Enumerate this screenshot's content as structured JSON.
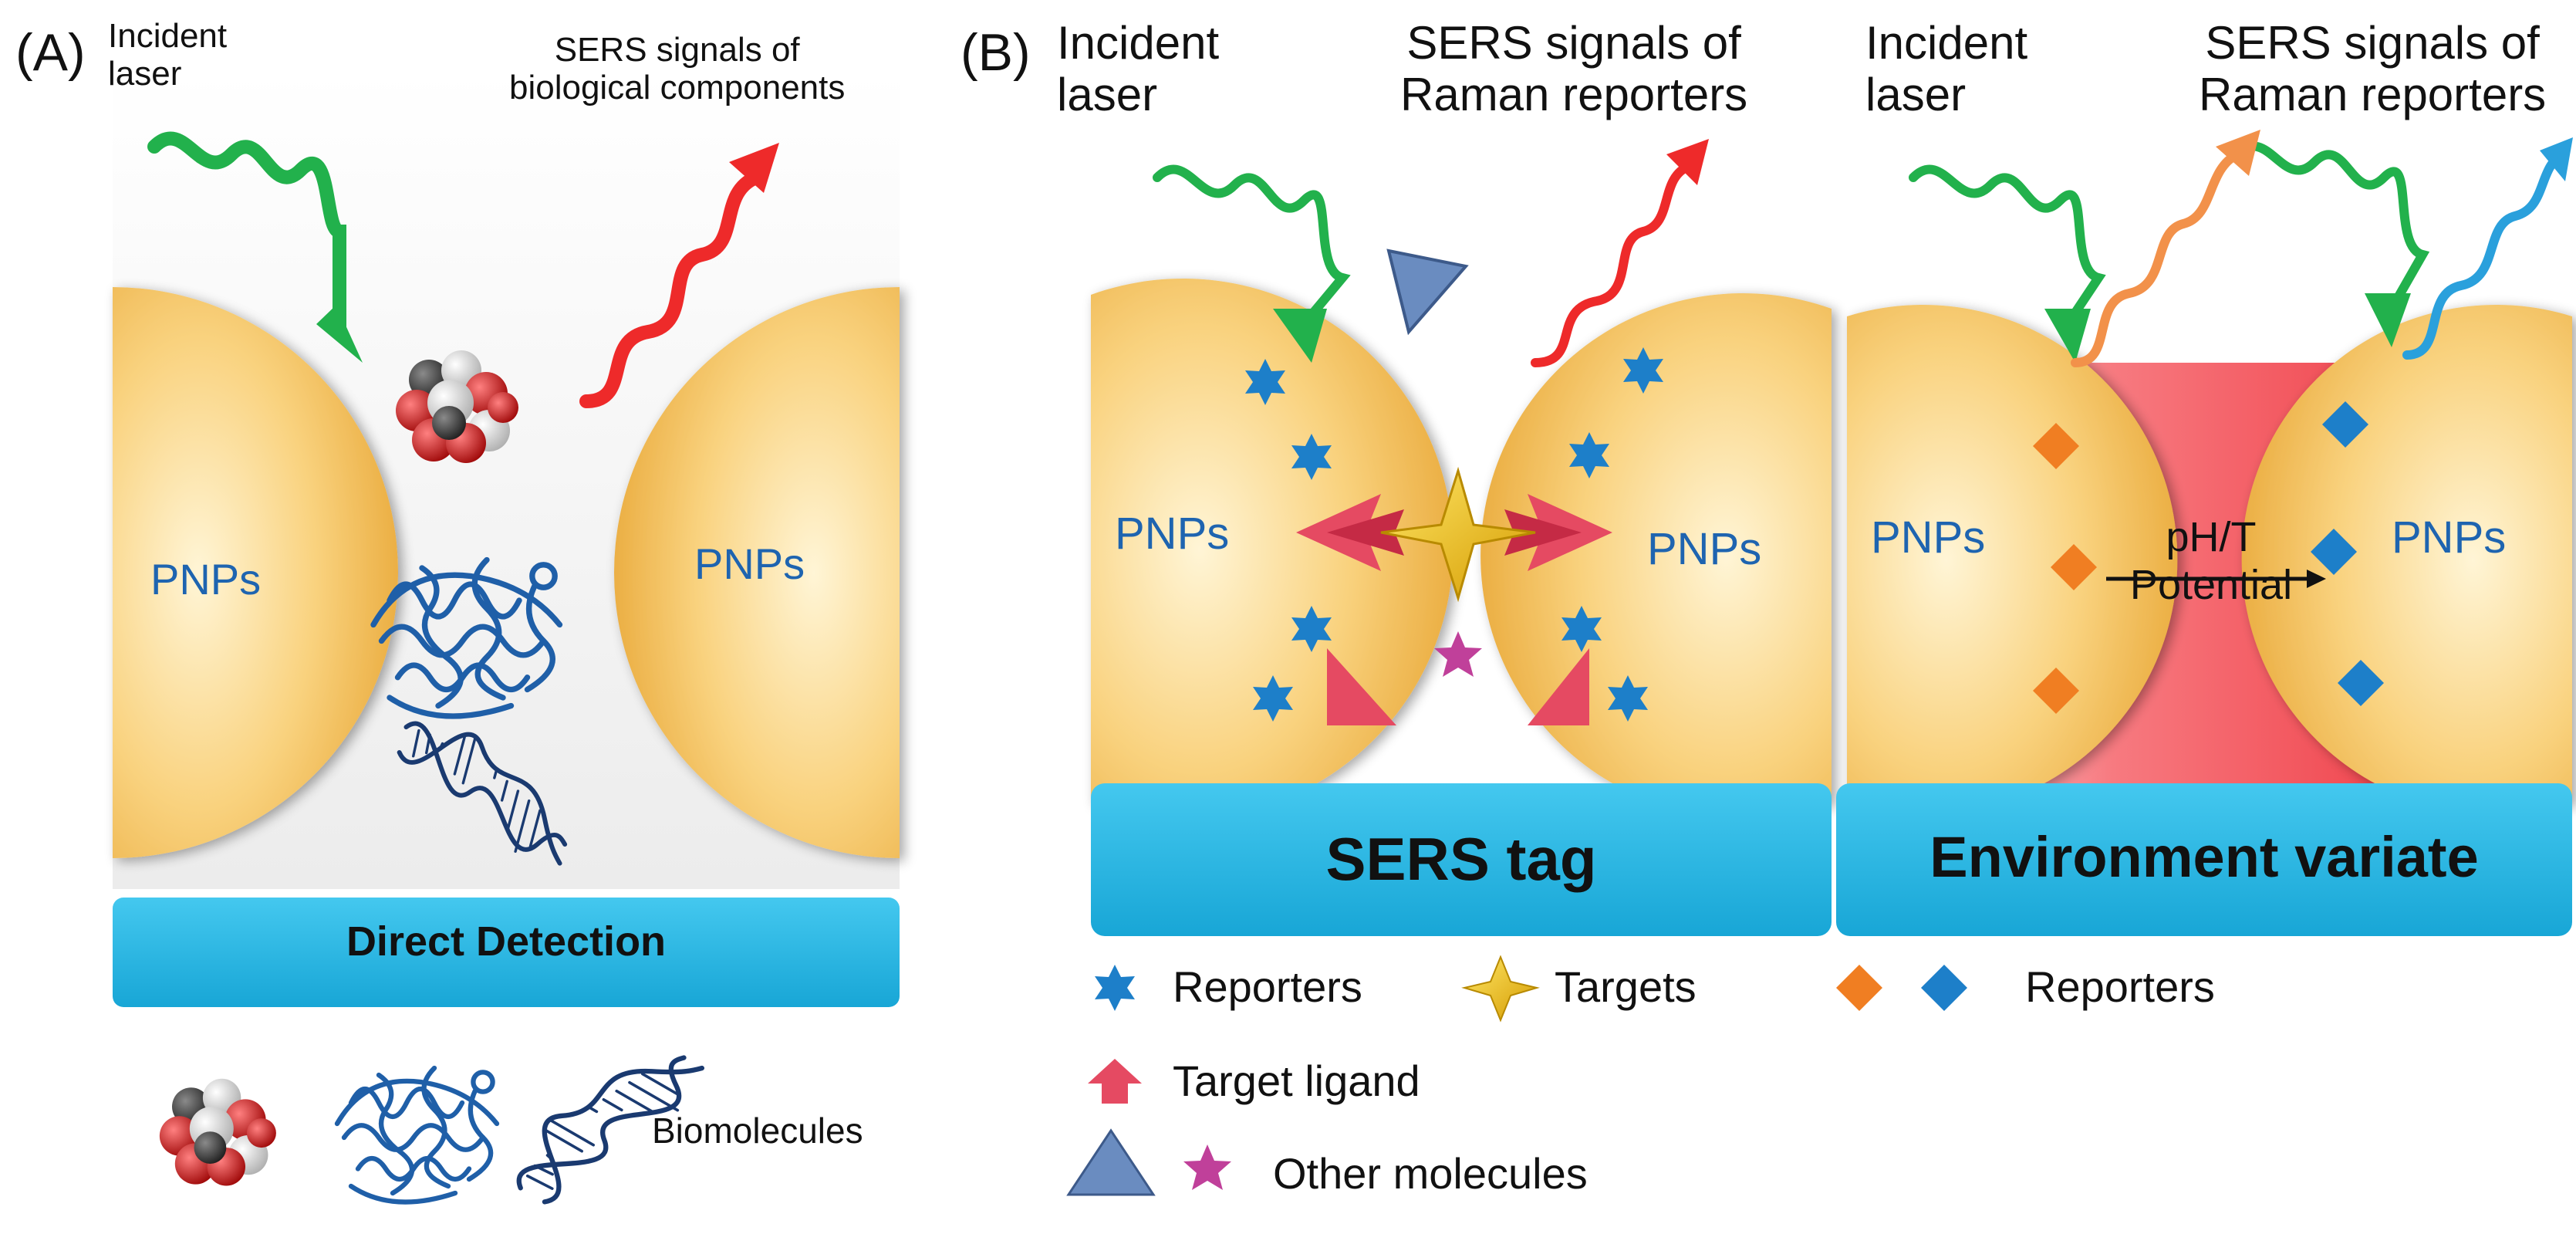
{
  "panel_a": {
    "tag": "(A)",
    "incident_laser": [
      "Incident",
      "laser"
    ],
    "signals": [
      "SERS signals of",
      "biological components"
    ],
    "pnp_left": "PNPs",
    "pnp_right": "PNPs",
    "banner": "Direct Detection",
    "legend_biomolecules": "Biomolecules"
  },
  "panel_b": {
    "tag": "(B)",
    "sers_tag": {
      "incident_laser": [
        "Incident",
        "laser"
      ],
      "signals": [
        "SERS signals of",
        "Raman reporters"
      ],
      "pnp_left": "PNPs",
      "pnp_right": "PNPs",
      "banner": "SERS tag"
    },
    "environment": {
      "incident_laser": [
        "Incident",
        "laser"
      ],
      "signals": [
        "SERS signals of",
        "Raman reporters"
      ],
      "pnp_left": "PNPs",
      "pnp_right": "PNPs",
      "stimulus": [
        "pH/T",
        "Potential"
      ],
      "banner": "Environment variate"
    },
    "legend": {
      "reporters": "Reporters",
      "targets": "Targets",
      "target_ligand": "Target ligand",
      "other_molecules": "Other molecules",
      "env_reporters": "Reporters"
    }
  },
  "colors": {
    "pnp": "#f5c35a",
    "banner": "#22b7e2",
    "laser_green": "#22b14c",
    "signal_red": "#ee2a2a",
    "signal_orange": "#f2914a",
    "signal_blue": "#2aa0dc",
    "reporter_blue": "#1d7fc9",
    "reporter_orange": "#f07e22",
    "ligand": "#e0405a",
    "target_gold": "#f2c10e",
    "triangle": "#6080b0",
    "star_magenta": "#c0409a"
  }
}
